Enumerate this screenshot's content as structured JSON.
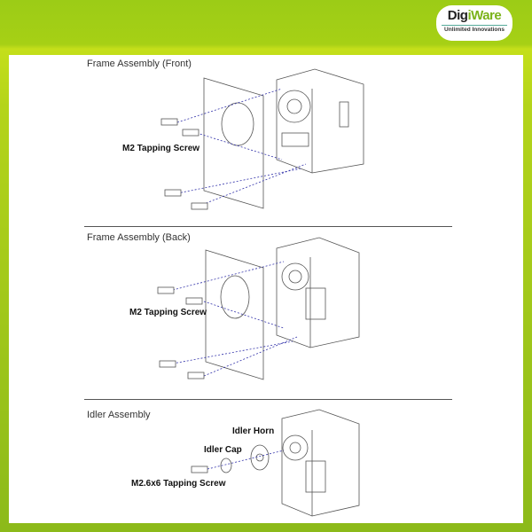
{
  "logo": {
    "brand": "DigiWare",
    "brand_a": "Dig",
    "brand_b": "iWare",
    "tagline": "Unlimited Innovations"
  },
  "sections": [
    {
      "title": "Frame Assembly (Front)",
      "labels": [
        "M2 Tapping Screw"
      ]
    },
    {
      "title": "Frame Assembly (Back)",
      "labels": [
        "M2 Tapping Screw"
      ]
    },
    {
      "title": "Idler Assembly",
      "labels": [
        "Idler Horn",
        "Idler Cap",
        "M2.6x6 Tapping Screw"
      ]
    }
  ]
}
